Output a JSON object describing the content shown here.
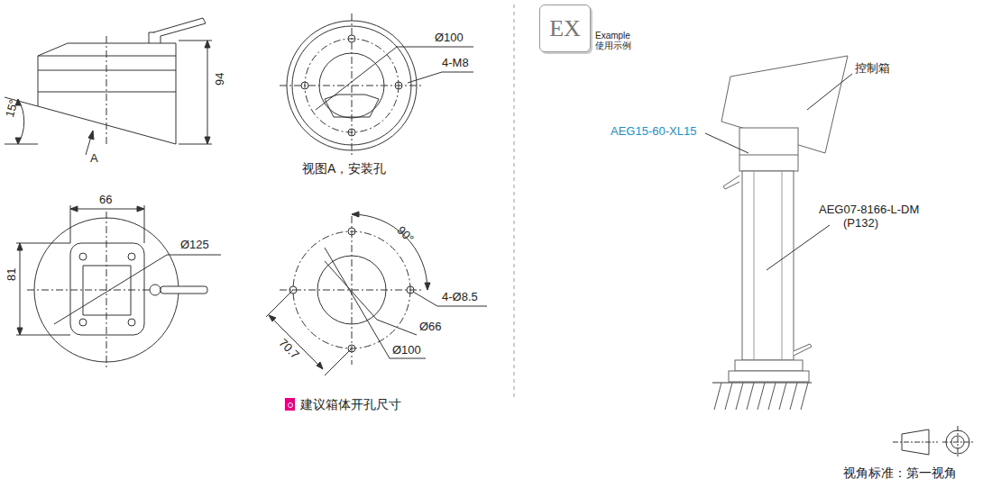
{
  "diagram": {
    "nodes": [
      {
        "text": [
          "EX"
        ]
      }
    ],
    "labels": [
      "15°",
      "A",
      "94",
      "Ø100",
      "4-M8",
      "视图A，安装孔",
      "66",
      "Ø125",
      "81",
      "90°",
      "4-Ø8.5",
      "Ø66",
      "70.7",
      "Ø100",
      "Example",
      "使用示例",
      "控制箱",
      "AEG15-60-XL15",
      "AEG07-8166-L-DM",
      "(P132)",
      "视角标准：第一视角"
    ],
    "legend": [
      {
        "text": "建议箱体开孔尺寸",
        "color": "#e4007f"
      }
    ]
  }
}
